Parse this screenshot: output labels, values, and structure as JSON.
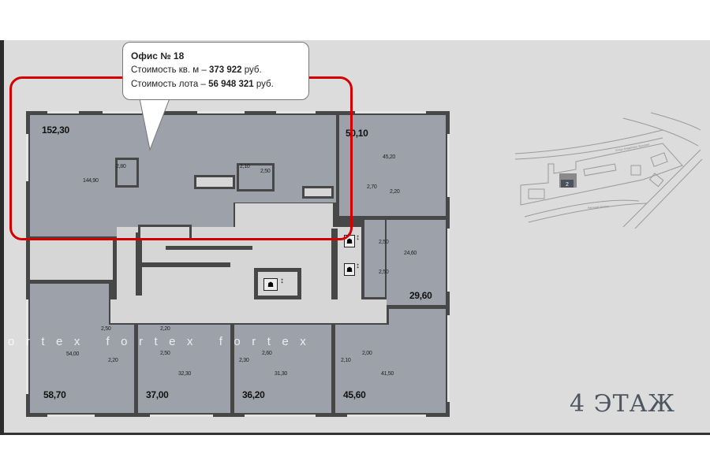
{
  "callout": {
    "title": "Офис № 18",
    "price_sqm_prefix": "Стоимость кв. м – ",
    "price_sqm_value": "373 922",
    "price_sqm_suffix": " руб.",
    "price_lot_prefix": "Стоимость лота – ",
    "price_lot_value": "56 948 321",
    "price_lot_suffix": " руб."
  },
  "offices": [
    {
      "total": "152,30",
      "main_area": "144,90",
      "rooms": [
        "2,80",
        "2,10",
        "2,50"
      ],
      "selected": true
    },
    {
      "total": "50,10",
      "main_area": "45,20",
      "rooms": [
        "2,70",
        "2,20"
      ]
    },
    {
      "total": "29,60",
      "main_area": "24,60",
      "rooms": [
        "2,50",
        "2,50"
      ]
    },
    {
      "total": "58,70",
      "main_area": "54,00",
      "rooms": [
        "2,50",
        "2,20"
      ]
    },
    {
      "total": "37,00",
      "main_area": "32,30",
      "rooms": [
        "2,20",
        "2,50"
      ]
    },
    {
      "total": "36,20",
      "main_area": "31,30",
      "rooms": [
        "2,30",
        "2,60"
      ]
    },
    {
      "total": "45,60",
      "main_area": "41,50",
      "rooms": [
        "2,10",
        "2,00"
      ]
    }
  ],
  "watermark": "ortex fortex fortex",
  "floor_label": "4 ЭТАЖ",
  "site_map": {
    "building_label": "2",
    "street_top": "Улица Академика Челомея",
    "street_bottom": "Научный проезд"
  },
  "colors": {
    "highlight": "#d40000",
    "room": "#9da2aa",
    "wall": "#474747",
    "panel": "#dcdcdc"
  }
}
